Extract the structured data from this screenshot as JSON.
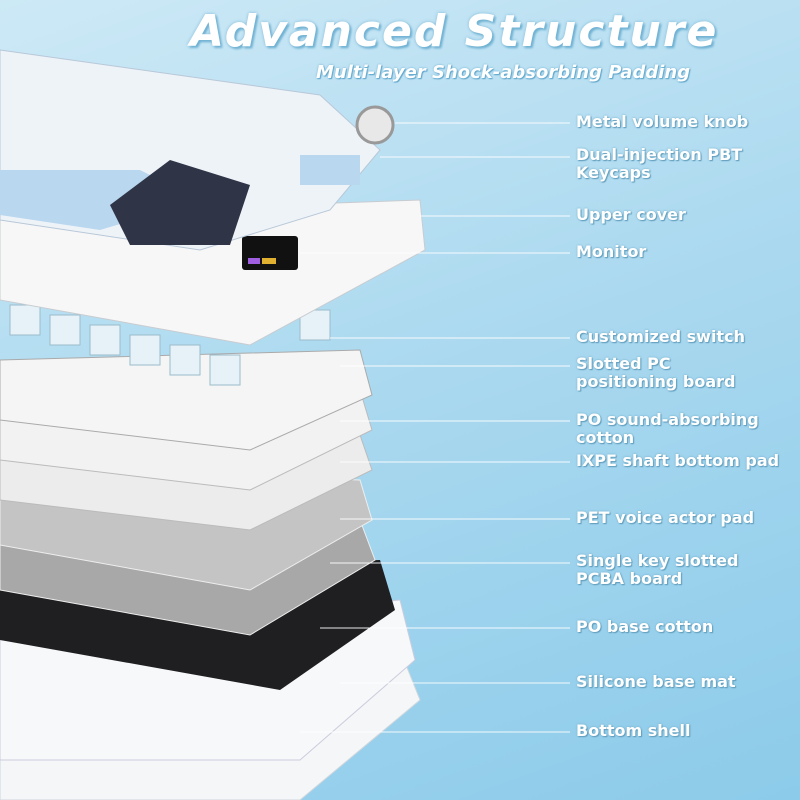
{
  "title": "Advanced Structure",
  "subtitle": "Multi-layer Shock-absorbing Padding",
  "labels": [
    {
      "line1": "Metal volume knob",
      "line2": ""
    },
    {
      "line1": "Dual-injection PBT",
      "line2": "Keycaps"
    },
    {
      "line1": "Upper cover",
      "line2": ""
    },
    {
      "line1": "Monitor",
      "line2": ""
    },
    {
      "line1": "Customized switch",
      "line2": ""
    },
    {
      "line1": "Slotted PC",
      "line2": "positioning board"
    },
    {
      "line1": "PO sound-absorbing",
      "line2": "cotton"
    },
    {
      "line1": "IXPE shaft bottom pad",
      "line2": ""
    },
    {
      "line1": "PET voice actor pad",
      "line2": ""
    },
    {
      "line1": "Single key slotted",
      "line2": "PCBA board"
    },
    {
      "line1": "PO base cotton",
      "line2": ""
    },
    {
      "line1": "Silicone base mat",
      "line2": ""
    },
    {
      "line1": "Bottom shell",
      "line2": ""
    }
  ],
  "colors": {
    "background": "#a9d8ef",
    "keycap_blue": "#b9d7ef",
    "keycap_dark": "#2f3446",
    "pcb_gray": "#9a9a9a",
    "base_cotton": "#222222"
  }
}
